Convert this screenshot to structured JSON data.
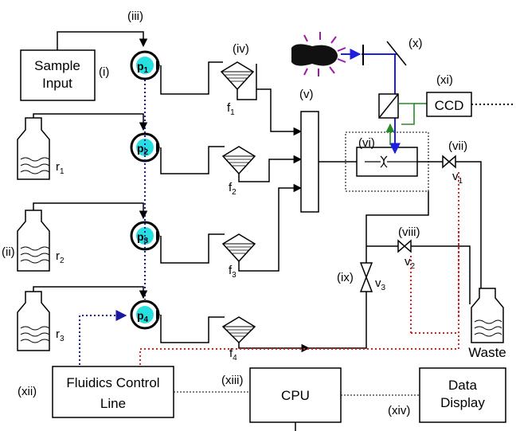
{
  "labels": {
    "i": "(i)",
    "ii": "(ii)",
    "iii": "(iii)",
    "iv": "(iv)",
    "v": "(v)",
    "vi": "(vi)",
    "vii": "(vii)",
    "viii": "(viii)",
    "ix": "(ix)",
    "x": "(x)",
    "xi": "(xi)",
    "xii": "(xii)",
    "xiii": "(xiii)",
    "xiv": "(xiv)"
  },
  "boxes": {
    "sample_input": [
      "Sample",
      "Input"
    ],
    "ccd": "CCD",
    "fluidics": [
      "Fluidics Control",
      "Line"
    ],
    "cpu": "CPU",
    "data_display": [
      "Data",
      "Display"
    ],
    "waste": "Waste"
  },
  "pumps": [
    {
      "letter": "p",
      "sub": "1"
    },
    {
      "letter": "p",
      "sub": "2"
    },
    {
      "letter": "p",
      "sub": "3"
    },
    {
      "letter": "p",
      "sub": "4"
    }
  ],
  "filters": [
    {
      "letter": "f",
      "sub": "1"
    },
    {
      "letter": "f",
      "sub": "2"
    },
    {
      "letter": "f",
      "sub": "3"
    },
    {
      "letter": "f",
      "sub": "4"
    }
  ],
  "reservoirs": [
    {
      "letter": "r",
      "sub": "1"
    },
    {
      "letter": "r",
      "sub": "2"
    },
    {
      "letter": "r",
      "sub": "3"
    }
  ],
  "valves": [
    {
      "letter": "v",
      "sub": "1"
    },
    {
      "letter": "v",
      "sub": "2"
    },
    {
      "letter": "v",
      "sub": "3"
    }
  ],
  "colors": {
    "line": "#000000",
    "control_dotted": "#1a1aa0",
    "red_dotted": "#e02020",
    "laser_beam": "#1f1fe0",
    "fluorescence": "#2a8a2a",
    "pump_face": "#26e0e0",
    "laser_glow": "#a01aa8"
  },
  "icons": [
    "pump-icon",
    "filter-icon",
    "reservoir-icon",
    "valve-icon",
    "laser-icon",
    "mirror-icon",
    "flow-cell-icon"
  ]
}
